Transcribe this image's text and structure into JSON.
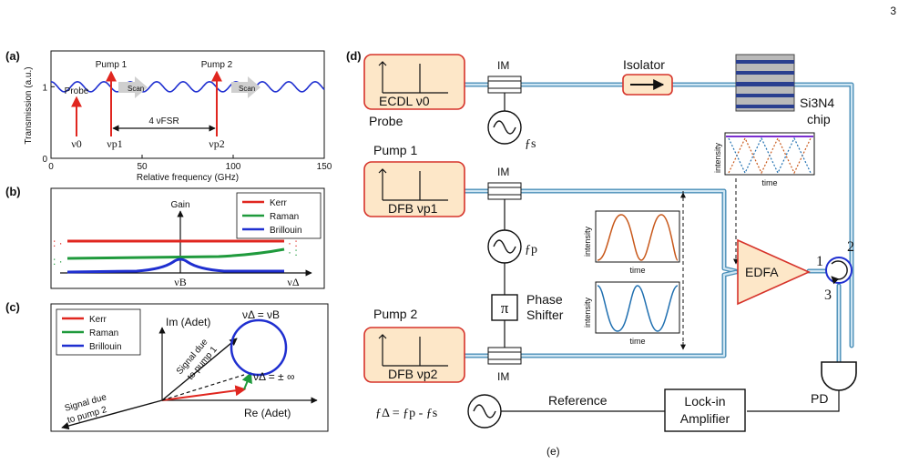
{
  "page_number": "3",
  "caption_fragment": "(e)",
  "panel_a": {
    "label": "(a)",
    "y_label": "Transmission (a.u.)",
    "x_label": "Relative frequency (GHz)",
    "y_ticks": [
      "0",
      "1"
    ],
    "x_ticks": [
      "0",
      "50",
      "100",
      "150"
    ],
    "probe_label": "Probe",
    "pump1_label": "Pump 1",
    "pump2_label": "Pump 2",
    "scan_label": "Scan",
    "fsr_label": "4 νFSR",
    "nu0": "ν0",
    "nup1": "νp1",
    "nup2": "νp2",
    "colors": {
      "curve": "#1f2fd0",
      "arrow": "#e0261f",
      "scan": "#cfcfcf"
    }
  },
  "chart_data": {
    "type": "line",
    "xlabel": "Relative frequency (GHz)",
    "ylabel": "Transmission (a.u.)",
    "xlim": [
      0,
      150
    ],
    "ylim": [
      0,
      1.5
    ],
    "series": [
      {
        "curve": "periodic_ripple",
        "mean": 1.0,
        "amplitude": 0.07,
        "period_ghz": 14.5
      }
    ],
    "arrows": [
      {
        "label": "Probe",
        "x": 14
      },
      {
        "label": "Pump 1",
        "x": 33
      },
      {
        "label": "Pump 2",
        "x": 91
      }
    ]
  },
  "panel_b": {
    "label": "(b)",
    "y_axis": "Gain",
    "nu_b": "νB",
    "nu_delta": "νΔ",
    "legend": [
      "Kerr",
      "Raman",
      "Brillouin"
    ],
    "colors": {
      "kerr": "#e0261f",
      "raman": "#1f9a3c",
      "brillouin": "#1f2fd0"
    }
  },
  "panel_c": {
    "label": "(c)",
    "im_axis": "Im (Adet)",
    "re_axis": "Re (Adet)",
    "legend": [
      "Kerr",
      "Raman",
      "Brillouin"
    ],
    "nu_eq_b": "νΔ = νB",
    "nu_eq_inf": "νΔ = ± ∞",
    "signal1": [
      "Signal due",
      "to pump 1"
    ],
    "signal2": [
      "Signal due",
      "to pump 2"
    ]
  },
  "panel_d": {
    "label": "(d)",
    "ecdl": "ECDL ν0",
    "probe": "Probe",
    "pump1": "Pump 1",
    "pump2": "Pump 2",
    "dfb1": "DFB νp1",
    "dfb2": "DFB νp2",
    "im": "IM",
    "isolator": "Isolator",
    "chip": [
      "Si3N4",
      "chip"
    ],
    "fs": "ƒs",
    "fp": "ƒp",
    "phase_shifter": [
      "Phase",
      "Shifter"
    ],
    "pi": "π",
    "edfa": "EDFA",
    "circ_ports": [
      "1",
      "2",
      "3"
    ],
    "pd": "PD",
    "reference": "Reference",
    "lockin": [
      "Lock-in",
      "Amplifier"
    ],
    "f_delta": "ƒΔ = ƒp - ƒs",
    "intensity": "intensity",
    "time": "time",
    "colors": {
      "fiber": "#4b8fb8",
      "box_border": "#d6332a",
      "box_fill": "#fde7c8",
      "trace_orange": "#c8581a",
      "trace_blue": "#1f6fb0",
      "chip_band": "#2a3f8f"
    }
  }
}
